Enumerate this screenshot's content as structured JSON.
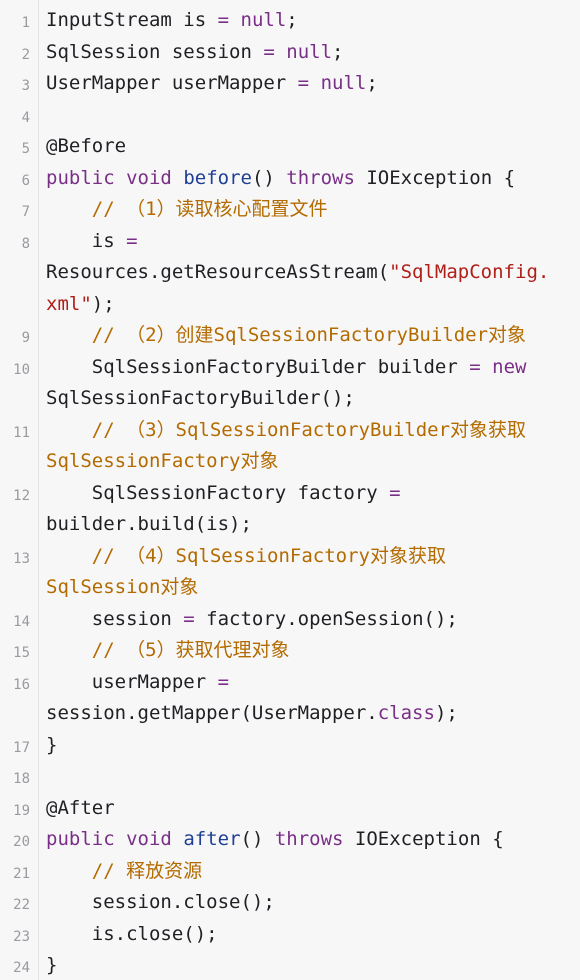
{
  "lines": [
    {
      "n": "1",
      "t": "InputStream is = null;"
    },
    {
      "n": "2",
      "t": "SqlSession session = null;"
    },
    {
      "n": "3",
      "t": "UserMapper userMapper = null;"
    },
    {
      "n": "4",
      "t": ""
    },
    {
      "n": "5",
      "t": "@Before"
    },
    {
      "n": "6",
      "t": "public void before() throws IOException {"
    },
    {
      "n": "7",
      "t": "    // （1）读取核心配置文件"
    },
    {
      "n": "8",
      "t": "    is ="
    },
    {
      "n": "",
      "t": "Resources.getResourceAsStream(\"SqlMapConfig."
    },
    {
      "n": "",
      "t": "xml\");"
    },
    {
      "n": "9",
      "t": "    // （2）创建SqlSessionFactoryBuilder对象"
    },
    {
      "n": "10",
      "t": "    SqlSessionFactoryBuilder builder = new"
    },
    {
      "n": "",
      "t": "SqlSessionFactoryBuilder();"
    },
    {
      "n": "11",
      "t": "    // （3）SqlSessionFactoryBuilder对象获取"
    },
    {
      "n": "",
      "t": "SqlSessionFactory对象"
    },
    {
      "n": "12",
      "t": "    SqlSessionFactory factory ="
    },
    {
      "n": "",
      "t": "builder.build(is);"
    },
    {
      "n": "13",
      "t": "    // （4）SqlSessionFactory对象获取"
    },
    {
      "n": "",
      "t": "SqlSession对象"
    },
    {
      "n": "14",
      "t": "    session = factory.openSession();"
    },
    {
      "n": "15",
      "t": "    // （5）获取代理对象"
    },
    {
      "n": "16",
      "t": "    userMapper ="
    },
    {
      "n": "",
      "t": "session.getMapper(UserMapper.class);"
    },
    {
      "n": "17",
      "t": "}"
    },
    {
      "n": "18",
      "t": ""
    },
    {
      "n": "19",
      "t": "@After"
    },
    {
      "n": "20",
      "t": "public void after() throws IOException {"
    },
    {
      "n": "21",
      "t": "    // 释放资源"
    },
    {
      "n": "22",
      "t": "    session.close();"
    },
    {
      "n": "23",
      "t": "    is.close();"
    },
    {
      "n": "24",
      "t": "}"
    }
  ],
  "colors": {
    "keyword": "#7a2f87",
    "function": "#1f3f96",
    "comment": "#b36b00",
    "string": "#b01e18",
    "text": "#1f1f24",
    "line_number": "#9a9a9f"
  }
}
